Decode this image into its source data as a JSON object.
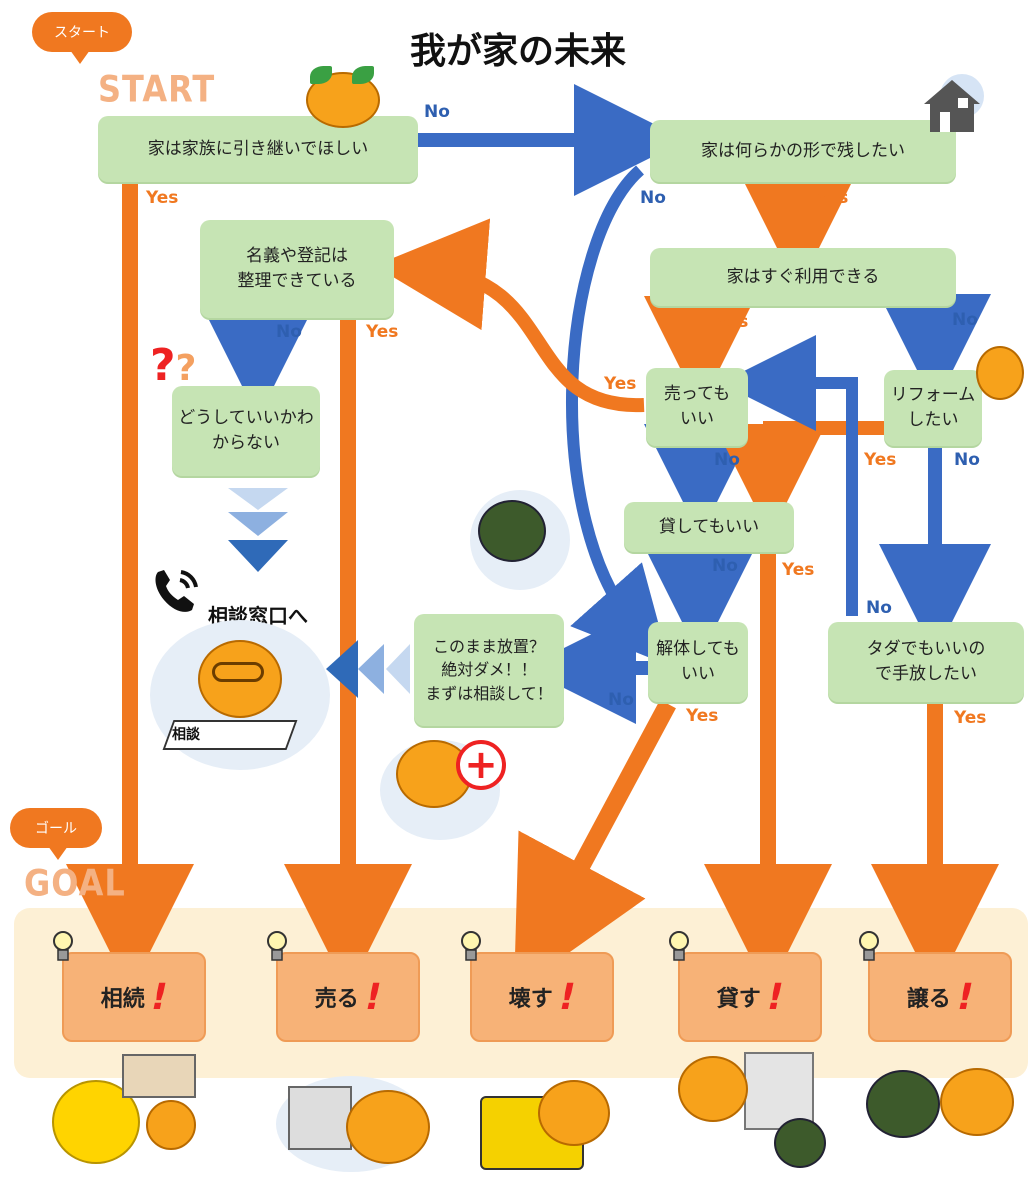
{
  "title": "我が家の未来",
  "start": {
    "bubble": "スタート",
    "word": "START"
  },
  "goal": {
    "bubble": "ゴール",
    "word": "GOAL"
  },
  "nodes": {
    "n1": "家は家族に引き継いでほしい",
    "n2": "家は何らかの形で残したい",
    "n3": "家はすぐ利用できる",
    "n4": "名義や登記は\n整理できている",
    "n5": "どうしていいかわ\nからない",
    "n6": "売っても\nいい",
    "n7": "リフォーム\nしたい",
    "n8": "貸してもいい",
    "n9": "解体しても\nいい",
    "n10": "タダでもいいの\nで手放したい",
    "n11": "このまま放置？\n絶対ダメ！！\nまずは相談して！"
  },
  "consult": "相談窓口へ",
  "consult_book": "相談",
  "labels": {
    "yes": "Yes",
    "no": "No"
  },
  "outcomes": [
    "相続",
    "売る",
    "壊す",
    "貸す",
    "譲る"
  ],
  "colors": {
    "yes_arrow": "#f07820",
    "no_arrow": "#3a6bc4",
    "node": "#c6e4b4",
    "goal_band": "#fdf0d5",
    "goal_box": "#f7b277"
  }
}
